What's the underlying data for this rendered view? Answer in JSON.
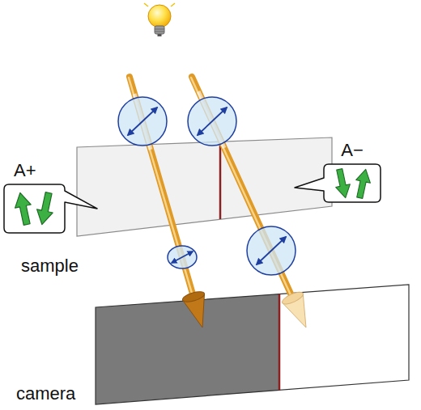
{
  "diagram": {
    "nodes": [
      {
        "text": [
          "A+"
        ]
      },
      {
        "text": [
          "A−"
        ]
      }
    ],
    "labels": [
      "sample",
      "camera"
    ]
  }
}
